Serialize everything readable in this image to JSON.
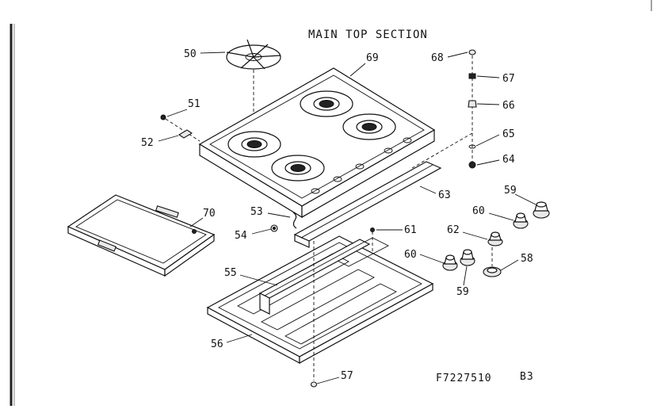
{
  "diagram": {
    "title": "MAIN TOP SECTION",
    "drawing_code": "F7227510",
    "sheet": "B3",
    "part_labels": {
      "p50": "50",
      "p69": "69",
      "p68": "68",
      "p67": "67",
      "p66": "66",
      "p51": "51",
      "p52": "52",
      "p65": "65",
      "p64": "64",
      "p59a": "59",
      "p63": "63",
      "p60a": "60",
      "p70": "70",
      "p53": "53",
      "p54": "54",
      "p61": "61",
      "p62": "62",
      "p60b": "60",
      "p58": "58",
      "p55": "55",
      "p59b": "59",
      "p56": "56",
      "p57": "57"
    }
  }
}
